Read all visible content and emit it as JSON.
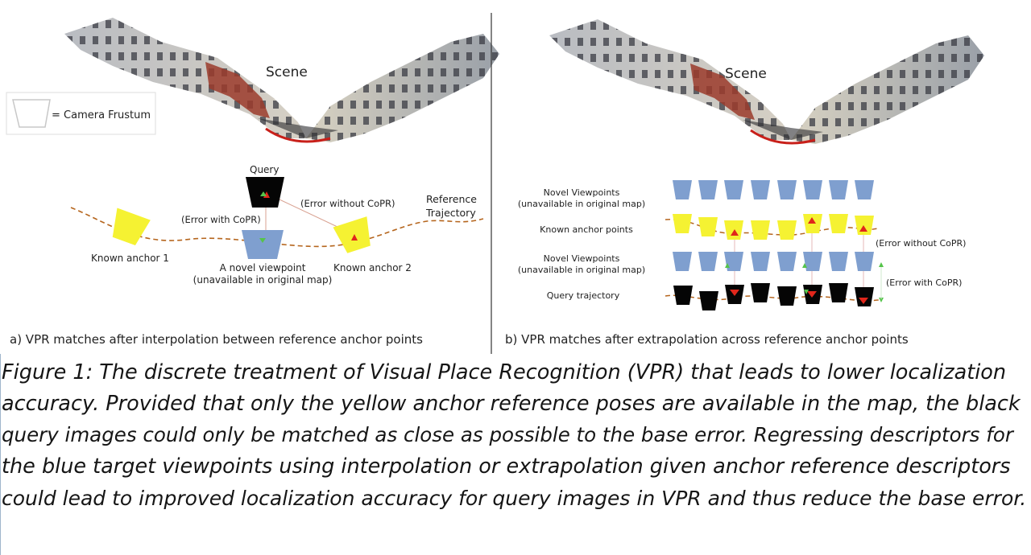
{
  "panel_a": {
    "scene_label": "Scene",
    "legend_label": "= Camera Frustum",
    "query_label": "Query",
    "error_without_label": "(Error without CoPR)",
    "error_with_label": "(Error with CoPR)",
    "reference_label_line1": "Reference",
    "reference_label_line2": "Trajectory",
    "anchor1_label": "Known anchor 1",
    "anchor2_label": "Known anchor 2",
    "novel_label_line1": "A novel viewpoint",
    "novel_label_line2": "(unavailable in original map)",
    "caption": "a) VPR matches after interpolation between reference anchor points"
  },
  "panel_b": {
    "scene_label": "Scene",
    "novel_top_line1": "Novel Viewpoints",
    "novel_top_line2": "(unavailable in original map)",
    "anchors_label": "Known anchor points",
    "novel_bottom_line1": "Novel Viewpoints",
    "novel_bottom_line2": "(unavailable in original map)",
    "query_traj_label": "Query trajectory",
    "error_without_label": "(Error without CoPR)",
    "error_with_label": "(Error with CoPR)",
    "caption": "b) VPR matches after extrapolation across reference anchor points"
  },
  "caption_lines": [
    "Figure 1: The discrete treatment of Visual Place Recognition (VPR) that leads to lower localization",
    "accuracy. Provided that only the yellow anchor reference poses are available in the map, the black",
    "query images could only be matched as close as possible to the base error. Regressing descriptors for",
    "the blue target viewpoints using interpolation or extrapolation given anchor reference descriptors",
    "could lead to improved localization accuracy for query images in VPR and thus reduce the base error."
  ],
  "colors": {
    "anchor_yellow": "#f5f232",
    "novel_blue": "#7f9fcf",
    "query_black": "#050505",
    "trajectory": "#b5651d",
    "error_red": "#e0261b",
    "error_green": "#55c44a",
    "divider": "#333333"
  },
  "icons": [
    "scene-pointcloud-image",
    "camera-frustum-icon"
  ]
}
